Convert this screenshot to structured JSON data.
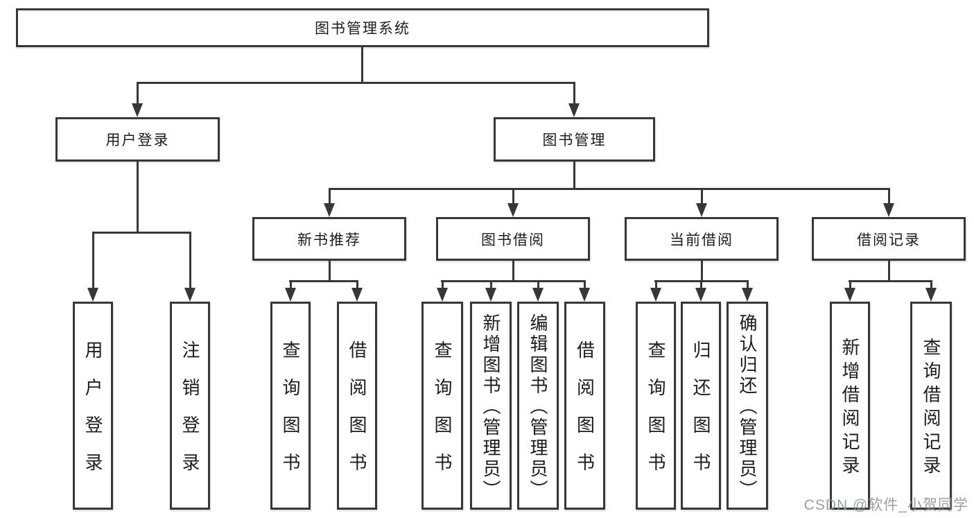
{
  "diagram": {
    "root": {
      "label": "图书管理系统"
    },
    "branches": [
      {
        "label": "用户登录"
      },
      {
        "label": "图书管理"
      }
    ],
    "modules": [
      {
        "label": "新书推荐"
      },
      {
        "label": "图书借阅"
      },
      {
        "label": "当前借阅"
      },
      {
        "label": "借阅记录"
      }
    ],
    "leaves": [
      {
        "label": "用户登录"
      },
      {
        "label": "注销登录"
      },
      {
        "label": "查询图书"
      },
      {
        "label": "借阅图书"
      },
      {
        "label": "查询图书"
      },
      {
        "label": "新增图书（管理员）"
      },
      {
        "label": "编辑图书（管理员）"
      },
      {
        "label": "借阅图书"
      },
      {
        "label": "查询图书"
      },
      {
        "label": "归还图书"
      },
      {
        "label": "确认归还（管理员）"
      },
      {
        "label": "新增借阅记录"
      },
      {
        "label": "查询借阅记录"
      }
    ]
  },
  "watermark": {
    "text": "CSDN @软件_小贺同学"
  },
  "colors": {
    "line": "#373737",
    "text": "#1c1c1c",
    "watermark": "#909499",
    "background": "#ffffff"
  }
}
